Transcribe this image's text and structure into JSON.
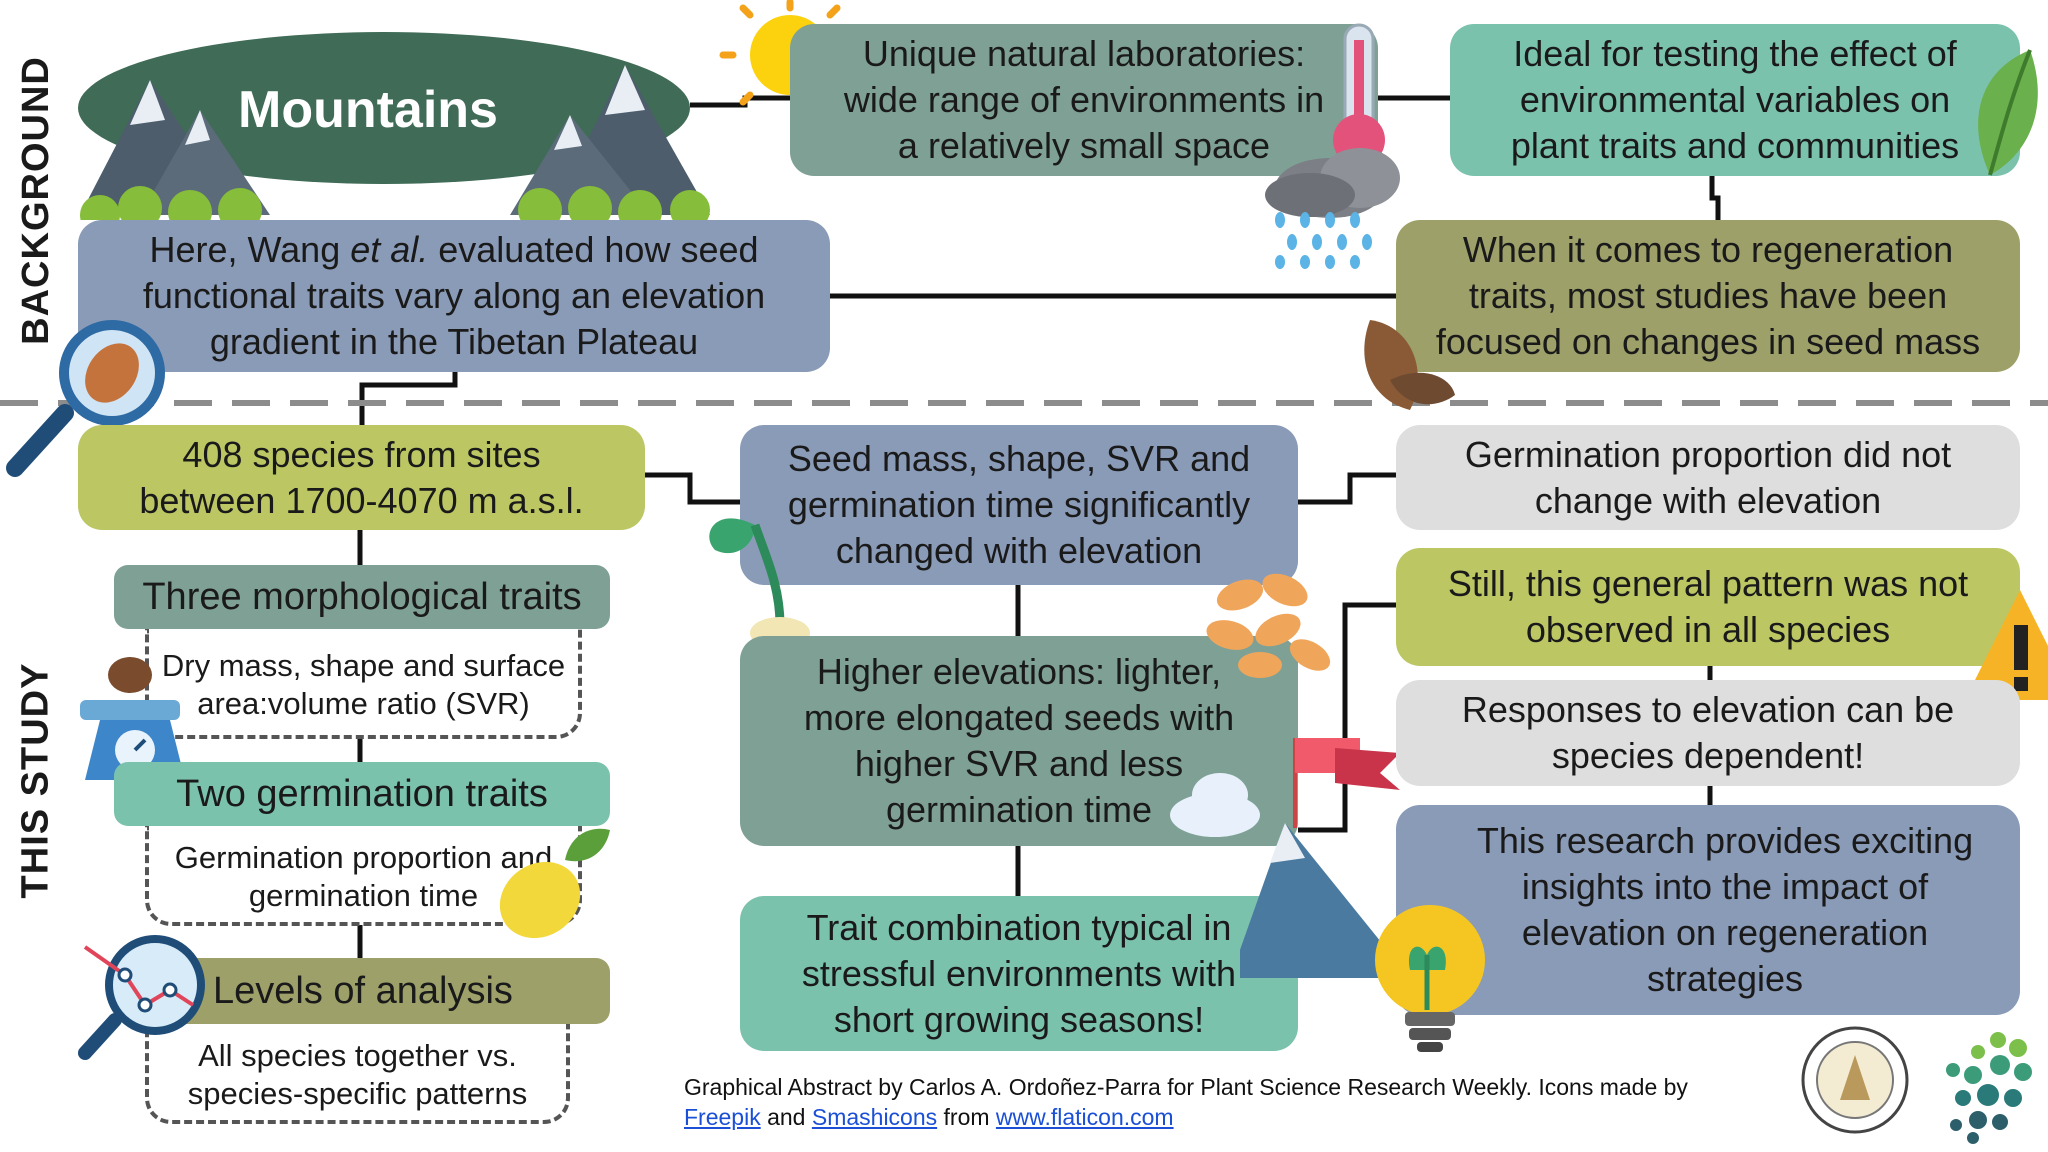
{
  "sections": {
    "background": "BACKGROUND",
    "this_study": "THIS STUDY"
  },
  "background": {
    "mountains_title": "Mountains",
    "unique_labs": [
      "Unique natural laboratories:",
      "wide range of environments in",
      "a relatively small space"
    ],
    "ideal_testing": [
      "Ideal for testing the effect of",
      "environmental variables on",
      "plant traits and communities"
    ],
    "wang_intro": {
      "line1": "Here, Wang ",
      "italic": "et al.",
      "line1_end": " evaluated how seed",
      "line2": "functional traits vary along an elevation",
      "line3": "gradient in the Tibetan Plateau"
    },
    "regeneration": [
      "When it comes to regeneration",
      "traits, most studies have been",
      "focused on changes in seed mass"
    ]
  },
  "study": {
    "species_sites": [
      "408 species from sites",
      "between 1700-4070 m a.s.l."
    ],
    "morph_title": "Three morphological traits",
    "morph_detail": [
      "Dry mass, shape and surface",
      "area:volume ratio (SVR)"
    ],
    "germ_title": "Two germination traits",
    "germ_detail": [
      "Germination proportion and",
      "germination time"
    ],
    "levels_title": "Levels of analysis",
    "levels_detail": [
      "All species together vs.",
      "species-specific patterns"
    ],
    "seed_mass": [
      "Seed mass, shape, SVR and",
      "germination time significantly",
      "changed with elevation"
    ],
    "higher": [
      "Higher elevations: lighter,",
      "more elongated seeds with",
      "higher SVR and less",
      "germination time"
    ],
    "trait_combo": [
      "Trait combination typical in",
      "stressful environments with",
      "short growing seasons!"
    ],
    "germ_prop": [
      "Germination proportion did not",
      "change with elevation"
    ],
    "still": [
      "Still, this general pattern was not",
      "observed in all species"
    ],
    "responses": [
      "Responses to elevation can be",
      "species dependent!"
    ],
    "research": [
      "This research provides exciting",
      "insights into the impact of",
      "elevation on regeneration",
      "strategies"
    ]
  },
  "credits": {
    "text": "Graphical Abstract by Carlos A. Ordoñez-Parra for Plant Science Research Weekly. Icons made by",
    "link1": "Freepik",
    "and": "and",
    "link2": "Smashicons",
    "from": "from",
    "link3": "www.flaticon.com"
  },
  "colors": {
    "sage": "#7fa195",
    "teal": "#7bc2ad",
    "slate": "#8a9bb8",
    "olive": "#9ea06a",
    "lime": "#bcc764",
    "grey": "#dedede",
    "dark_green": "#3f6b57"
  },
  "icons": [
    "sun-icon",
    "thermometer-icon",
    "rain-cloud-icon",
    "leaf-icon",
    "almond-icon",
    "magnifier-icon",
    "scale-icon",
    "sprout-icon",
    "lemon-icon",
    "chart-magnifier-icon",
    "peanuts-icon",
    "flag-icon",
    "mountain-icon",
    "cloud-icon",
    "warning-icon",
    "light-bulb-icon",
    "society-logo-icon",
    "dots-logo-icon"
  ]
}
